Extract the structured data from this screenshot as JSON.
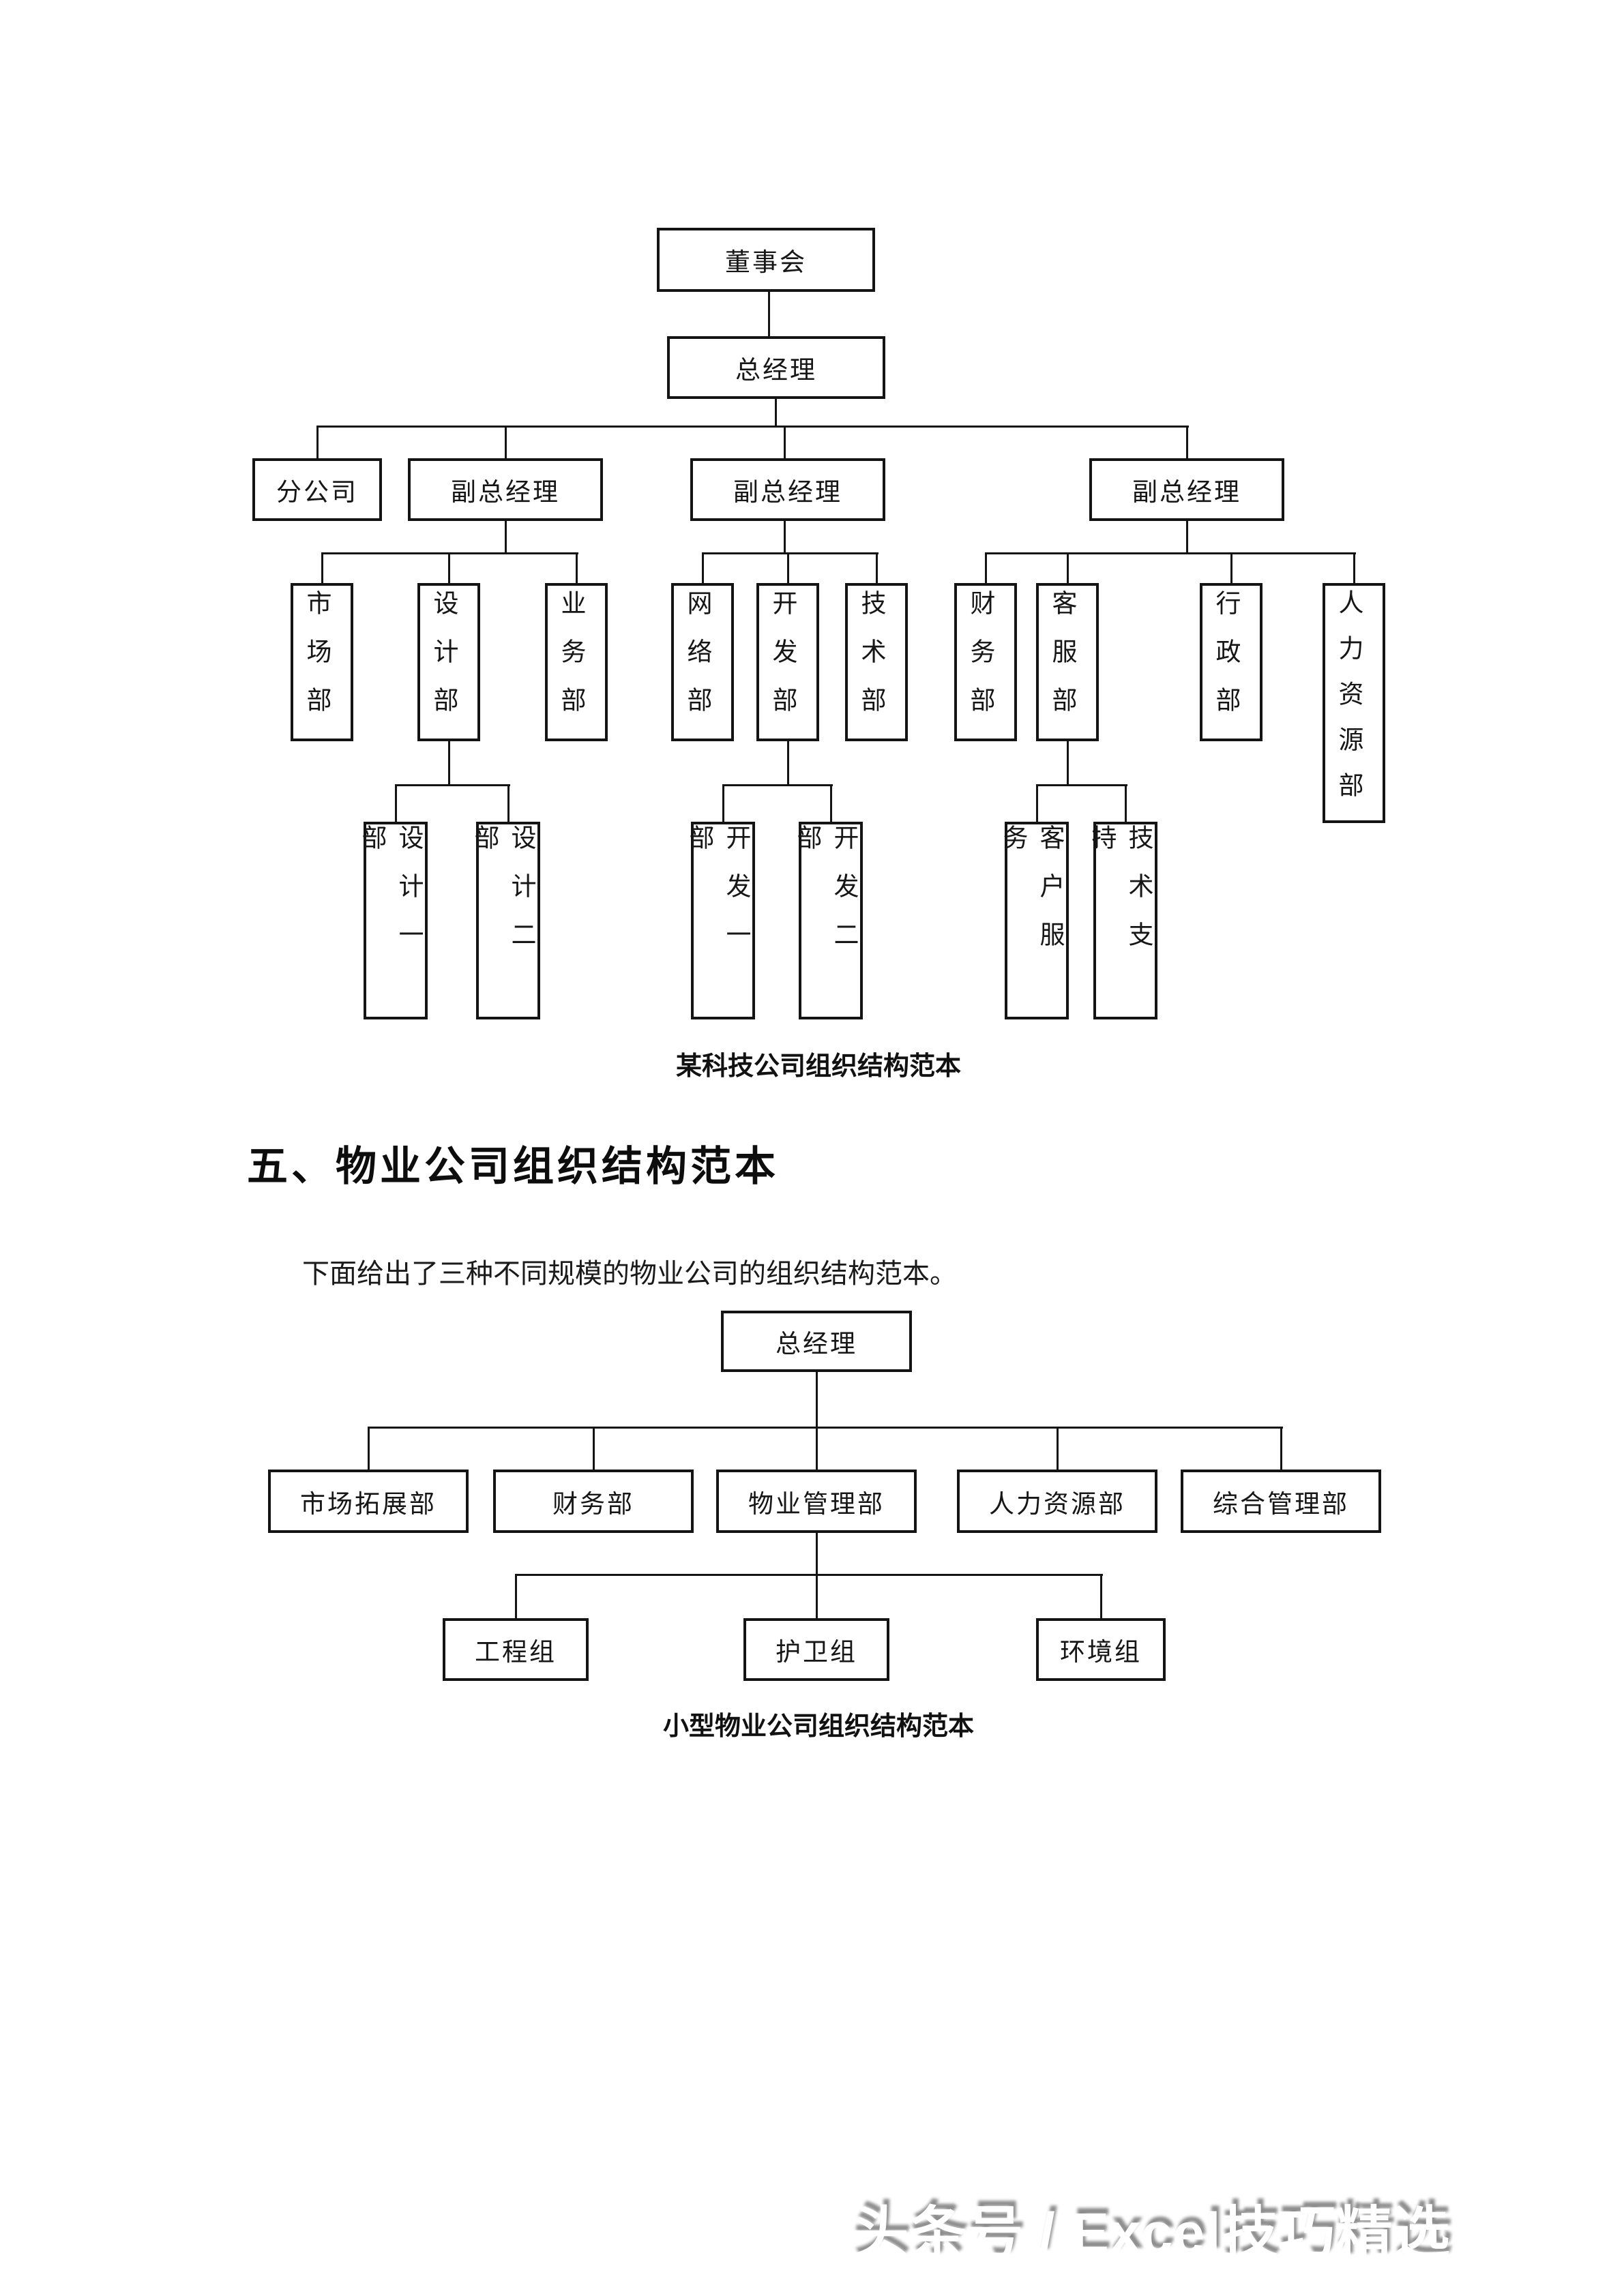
{
  "chart1": {
    "caption": "某科技公司组织结构范本",
    "nodes": {
      "board": "董事会",
      "gm": "总经理",
      "branch": "分公司",
      "vgm1": "副总经理",
      "vgm2": "副总经理",
      "vgm3": "副总经理",
      "market": "市场部",
      "design": "设计部",
      "business": "业务部",
      "network": "网络部",
      "dev": "开发部",
      "tech": "技术部",
      "finance": "财务部",
      "service": "客服部",
      "admin": "行政部",
      "hr": "人力资源部",
      "design1": "设计一部",
      "design2": "设计二部",
      "dev1": "开发一部",
      "dev2": "开发二部",
      "custsvc": "客户服务",
      "techsup": "技术支持"
    }
  },
  "section5": {
    "heading": "五、物业公司组织结构范本",
    "intro": "下面给出了三种不同规模的物业公司的组织结构范本。"
  },
  "chart2": {
    "caption": "小型物业公司组织结构范本",
    "nodes": {
      "gm": "总经理",
      "market": "市场拓展部",
      "finance": "财务部",
      "property": "物业管理部",
      "hr": "人力资源部",
      "general": "综合管理部",
      "engineering": "工程组",
      "guard": "护卫组",
      "environment": "环境组"
    }
  },
  "watermark": {
    "text": "头条号 / Excel技巧精选"
  }
}
